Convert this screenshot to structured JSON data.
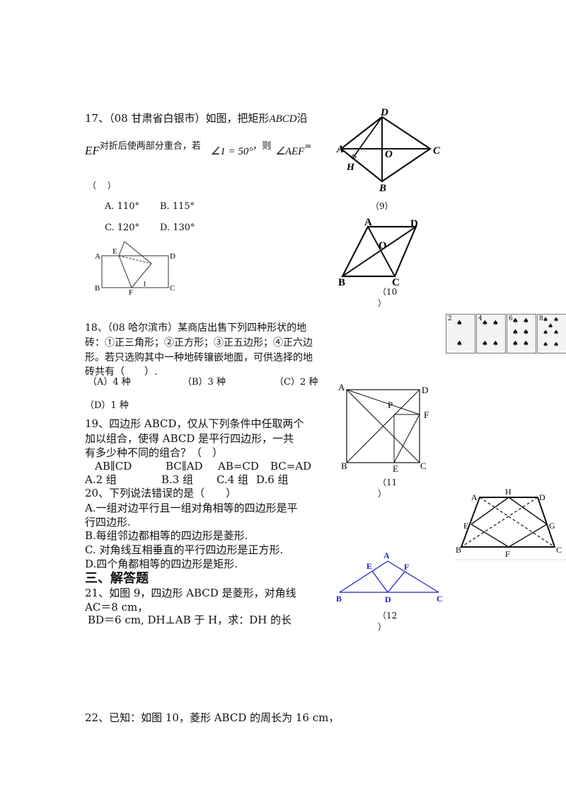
{
  "q17": {
    "line1": "17、（08 甘肃省白银市）如图，把矩形",
    "abcd": "ABCD",
    "along": "沿",
    "ef": "EF",
    "line2a": "对折后使两部分重合，若",
    "cond": "∠1 = 50°",
    "line2b": "，则",
    "aef": "∠AEF",
    "eq": "=",
    "paren": "（　 ）",
    "optA": "A. 110°",
    "optB": "B. 115°",
    "optC": "C. 120°",
    "optD": "D. 130°",
    "fig_labels": {
      "A": "A",
      "B": "B",
      "C": "C",
      "D": "D",
      "E": "E",
      "F": "F",
      "one": "1"
    }
  },
  "q18": {
    "line1": "18、（08 哈尔滨市）某商店出售下列四种形状的地",
    "line2": "砖：①正三角形；②正方形；③正五边形；④正六边",
    "line3": "形。若只选购其中一种地砖镶嵌地面，可供选择的地",
    "line4": "砖共有（　　）.",
    "optA": "（A）4 种",
    "optB": "（B）3 种",
    "optC": "（C）2 种",
    "optD": "（D）1 种"
  },
  "q19": {
    "line1": "19、四边形 ABCD，仅从下列条件中任取两个",
    "line2": "加以组合，使得 ABCD 是平行四边形，一共",
    "line3": "有多少种不同的组合？（　）",
    "cond1": "AB∥CD",
    "cond2": "BC∥AD",
    "cond3": "AB=CD",
    "cond4": "BC=AD",
    "optA": "A.2 组",
    "optB": "B.3 组",
    "optC": "C.4 组",
    "optD": "D.6 组"
  },
  "q20": {
    "line1": "20、下列说法错误的是（　　）",
    "optA1": "A.一组对边平行且一组对角相等的四边形是平",
    "optA2": "行四边形.",
    "optB": "B.每组邻边都相等的四边形是菱形.",
    "optC": "C. 对角线互相垂直的平行四边形是正方形.",
    "optD": "D.四个角都相等的四边形是矩形."
  },
  "section3": "三、解答题",
  "q21": {
    "line1": "21、如图 9，四边形 ABCD 是菱形，对角线",
    "line2": "AC＝8 cm，",
    "line3": "BD＝6 cm, DH⊥AB 于 H，求：DH 的长"
  },
  "q22": {
    "line1": "22、已知：如图 10，菱形 ABCD 的周长为 16 cm，"
  },
  "fig9": {
    "caption": "（9）",
    "A": "A",
    "B": "B",
    "C": "C",
    "D": "D",
    "O": "O",
    "H": "H"
  },
  "fig10": {
    "caption1": "（10",
    "caption2": "）",
    "A": "A",
    "B": "B",
    "C": "C",
    "D": "D",
    "O": "O"
  },
  "fig11": {
    "caption1": "（11",
    "caption2": "）",
    "A": "A",
    "B": "B",
    "C": "C",
    "D": "D",
    "P": "P",
    "F": "F",
    "E": "E"
  },
  "fig12": {
    "caption1": "（12",
    "caption2": "）",
    "A": "A",
    "B": "B",
    "C": "C",
    "D": "D",
    "E": "E",
    "F": "F",
    "color": "#2222cc"
  },
  "trap": {
    "A": "A",
    "B": "B",
    "C": "C",
    "D": "D",
    "E": "E",
    "F": "F",
    "G": "G",
    "H": "H"
  },
  "cards": [
    {
      "rank": "2"
    },
    {
      "rank": "4"
    },
    {
      "rank": "6"
    },
    {
      "rank": "8"
    }
  ]
}
